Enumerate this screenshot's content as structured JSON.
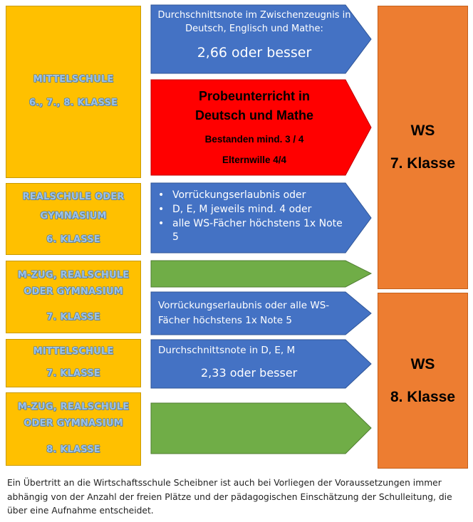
{
  "left_boxes": [
    {
      "lines": [
        "MITTELSCHULE",
        "6., 7., 8. KLASSE"
      ]
    },
    {
      "lines": [
        "REALSCHULE ODER",
        "GYMNASIUM",
        "6. KLASSE"
      ]
    },
    {
      "lines": [
        "M-ZUG, REALSCHULE",
        "ODER GYMNASIUM",
        "7. KLASSE"
      ]
    },
    {
      "lines": [
        "MITTELSCHULE",
        "7. KLASSE"
      ]
    },
    {
      "lines": [
        "M-ZUG, REALSCHULE",
        "ODER GYMNASIUM",
        "8. KLASSE"
      ]
    }
  ],
  "arrows": {
    "a1": {
      "line1": "Durchschnittsnote im Zwischenzeugnis in",
      "line2": "Deutsch, Englisch und Mathe:",
      "big": "2,66 oder besser"
    },
    "a2": {
      "title1": "Probeunterricht in",
      "title2": "Deutsch und Mathe",
      "sub1": "Bestanden mind. 3 / 4",
      "sub2": "Elternwille 4/4"
    },
    "a3": {
      "bullets": [
        "Vorrückungserlaubnis oder",
        "D, E, M jeweils mind. 4 oder",
        "alle WS-Fächer höchstens 1x Note 5"
      ]
    },
    "a5": {
      "line1": "Vorrückungserlaubnis oder alle WS-",
      "line2": "Fächer höchstens 1x Note 5"
    },
    "a6": {
      "line1": "Durchschnittsnote in D, E, M",
      "big": "2,33 oder besser"
    }
  },
  "ws_boxes": [
    {
      "label": "WS",
      "klasse": "7. Klasse"
    },
    {
      "label": "WS",
      "klasse": "8. Klasse"
    }
  ],
  "footer": "Ein Übertritt an die Wirtschaftsschule Scheibner ist auch bei Vorliegen der Voraussetzungen immer abhängig von der Anzahl der freien Plätze und der pädagogischen Einschätzung der Schulleitung, die über eine Aufnahme entscheidet.",
  "colors": {
    "school": "#FFC000",
    "blue_arrow": "#4472C4",
    "red_arrow": "#FF0000",
    "green_arrow": "#70AD47",
    "ws": "#ED7D31"
  }
}
